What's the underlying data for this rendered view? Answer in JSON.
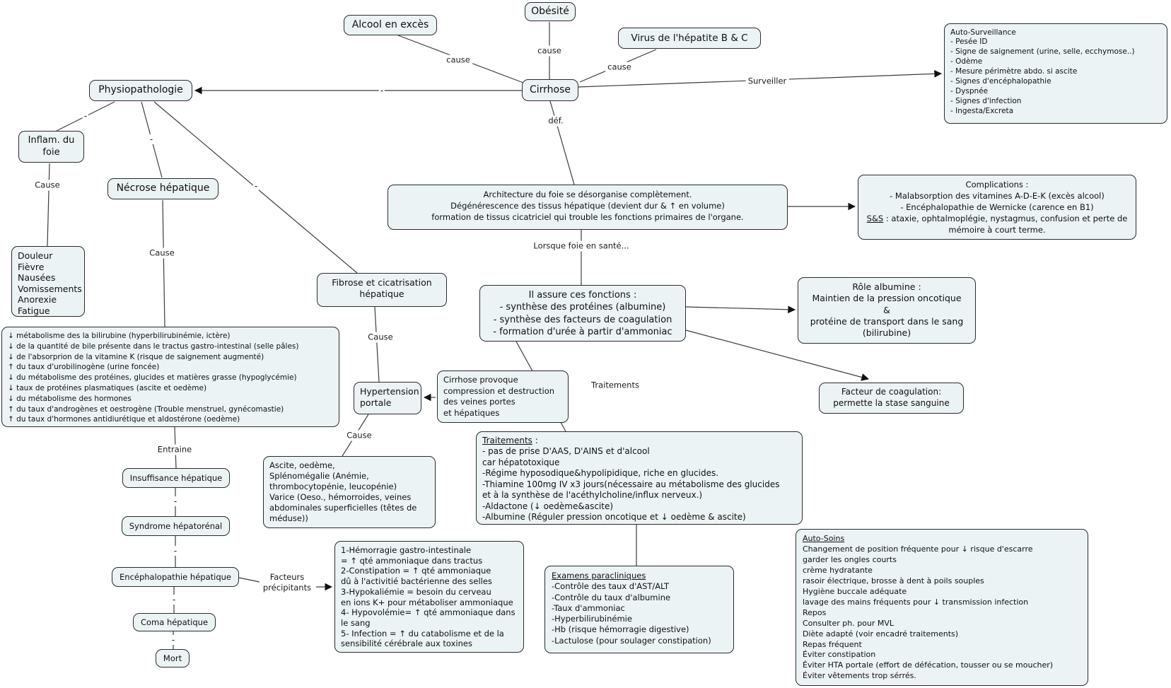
{
  "nodes": {
    "obesite": "Obésité",
    "alcool": "Alcool en excès",
    "virus": "Virus de l'hépatite B & C",
    "cirrhose": "Cirrhose",
    "physiopathologie": "Physiopathologie",
    "inflam_foie": "Inflam. du foie",
    "necrose": "Nécrose hépatique",
    "douleur_list": [
      "Douleur",
      "Fièvre",
      "Nausées",
      "Vomissements",
      "Anorexie",
      "Fatigue"
    ],
    "architecture": [
      "Architecture du foie se désorganise complètement.",
      "Dégénérescence des tissus hépatique (devient dur & ↑ en volume)",
      "formation de tissus cicatriciel qui trouble les fonctions primaires de l'organe."
    ],
    "auto_surveillance": {
      "title": "Auto-Surveillance",
      "items": [
        "- Pesée ID",
        "- Signe de saignement (urine, selle, ecchymose..)",
        "- Odème",
        "- Mesure périmètre abdo. si ascite",
        "- Signes d'encéphalopathie",
        "- Dyspnée",
        "- Signes d'infection",
        "- Ingesta/Excreta"
      ]
    },
    "complications": {
      "title": "Complications :",
      "lines": [
        "- Malabsorption des vitamines A-D-E-K (excès alcool)",
        "- Encéphalopathie de Wernicke (carence en B1)"
      ],
      "ss_label": "S&S",
      "ss_text": " : ataxie, ophtalmoplégie, nystagmus, confusion et perte de mémoire à court terme."
    },
    "fibrose": [
      "Fibrose et cicatrisation",
      "hépatique"
    ],
    "il_assure": [
      "Il assure ces fonctions :",
      "- synthèse des protéines (albumine)",
      "- synthèse des facteurs de coagulation",
      "- formation d'urée à partir d'ammoniac"
    ],
    "role_albumine": [
      "Rôle albumine :",
      "Maintien de la pression oncotique",
      "&",
      "protéine de transport dans le sang",
      "(bilirubine)"
    ],
    "consequences_list": [
      "↓ métabolisme des la bilirubine (hyperbilirubinémie, ictère)",
      "↓ de la quantité de bile présente dans le tractus gastro-intestinal (selle pâles)",
      "↓ de l'absorprion de la vitamine K (risque de saignement augmenté)",
      "↑ du taux d'urobilinogène (urine foncée)",
      "↓ du métabolisme des protéines, glucides et matières grasse (hypoglycémie)",
      "↓ taux de protéines plasmatiques (ascite et oedème)",
      "↓ du métabolisme des hormones",
      "↑ du taux d'androgènes et oestrogène (Trouble menstruel, gynécomastie)",
      "↑ du taux d'hormones antidiurétique et aldostérone (oedème)"
    ],
    "hypertension": [
      "Hypertension",
      "portale"
    ],
    "cirrhose_provoque": [
      "Cirrhose provoque",
      "compression et destruction",
      "des veines portes",
      "et hépatiques"
    ],
    "facteur_coagulation": [
      "Facteur de coagulation:",
      "permette la stase sanguine"
    ],
    "traitements": {
      "title": "Traitements",
      "title_suffix": " :",
      "items": [
        "- pas de prise D'AAS, D'AINS et d'alcool",
        "car hépatotoxique",
        "-Régime hyposodique&hypolipidique, riche en glucides.",
        "-Thiamine 100mg IV x3 jours(nécessaire au métabolisme des glucides",
        "et à la synthèse de l'acéthylcholine/influx nerveux.)",
        "-Aldactone (↓ oedème&ascite)",
        "-Albumine (Réguler pression oncotique et ↓ oedème & ascite)"
      ]
    },
    "ascite": [
      "Ascite, oedème,",
      "Splénomégalie (Anémie,",
      "thrombocytopénie, leucopénie)",
      "Varice (Oeso., hémorroides, veines",
      "abdominales superficielles (têtes de",
      "méduse))"
    ],
    "insuffisance": "Insuffisance hépatique",
    "syndrome": "Syndrome hépatorénal",
    "encephalopathie": "Encéphalopathie hépatique",
    "coma": "Coma hépatique",
    "mort": "Mort",
    "facteurs_box": [
      "1-Hémorragie gastro-intestinale",
      "= ↑ qté ammoniaque dans tractus",
      "2-Constipation = ↑ qté ammoniaque",
      "dû à l'activitié bactérienne des selles",
      "3-Hypokaliémie = besoin du cerveau",
      "en ions K+ pour métaboliser ammoniaque",
      "4- Hypovolémie= ↑ qté ammoniaque dans",
      "le sang",
      "5- Infection = ↑ du catabolisme et de la",
      "sensibilité cérébrale aux toxines"
    ],
    "examens": {
      "title": "Examens paracliniques",
      "items": [
        "-Contrôle des taux d'AST/ALT",
        "-Contrôle du taux d'albumine",
        "-Taux d'ammoniac",
        "-Hyperbilirubinémie",
        "-Hb (risque hémorragie digestive)",
        "-Lactulose (pour soulager constipation)"
      ]
    },
    "auto_soins": {
      "title": "Auto-Soins",
      "items": [
        "Changement de position fréquente pour ↓ risque d'escarre",
        "garder les ongles courts",
        "crème hydratante",
        "rasoir électrique, brosse à dent à poils souples",
        "Hygiène buccale adéquate",
        "lavage des mains fréquents pour ↓ transmission infection",
        "Repos",
        "Consulter ph. pour MVL",
        "Diète adapté (voir encadré traitements)",
        "Repas fréquent",
        "Éviter constipation",
        "Éviter HTA portale (effort de défécation, tousser ou se moucher)",
        "Éviter vêtements trop sérrés."
      ]
    }
  },
  "labels": {
    "cause_alcool": "cause",
    "cause_obesite": "cause",
    "cause_virus": "cause",
    "surveiller": "Surveiller",
    "def": "déf.",
    "lorsque": "Lorsque foie en santé...",
    "cause_inflam": "Cause",
    "cause_necrose": "Cause",
    "cause_fibrose": "Cause",
    "cause_hypertension": "Cause",
    "traitements_link": "Traitements",
    "entraine": "Entraine",
    "facteurs_precipitants": [
      "Facteurs",
      "précipitants"
    ],
    "empty_link": "-"
  },
  "colors": {
    "node_fill": "#ecf3f5",
    "node_border": "#2b2b2b",
    "line": "#3c3c3c",
    "background": "#ffffff",
    "text": "#101010"
  }
}
